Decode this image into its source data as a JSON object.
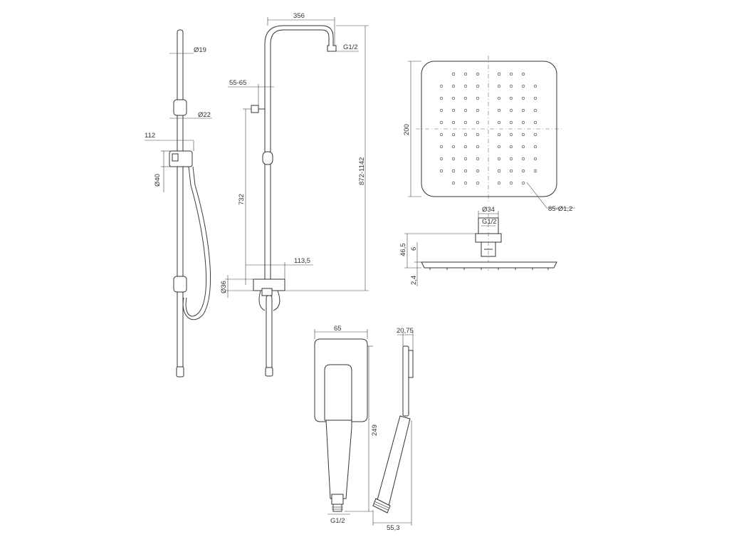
{
  "dimensions": {
    "d19": "Ø19",
    "d22": "Ø22",
    "w112": "112",
    "d40": "Ø40",
    "w356": "356",
    "g12_top": "G1/2",
    "w5565": "55-65",
    "h872": "872-1142",
    "h732": "732",
    "w1135": "113,5",
    "d36": "Ø36",
    "h200": "200",
    "holes": "85-Ø1,2",
    "d34": "Ø34",
    "g12_head": "G1/2",
    "h465": "46,5",
    "h6": "6",
    "h24": "2,4",
    "w65": "65",
    "h249": "249",
    "g12_hand": "G1/2",
    "w2075": "20,75",
    "w553": "55,3"
  }
}
